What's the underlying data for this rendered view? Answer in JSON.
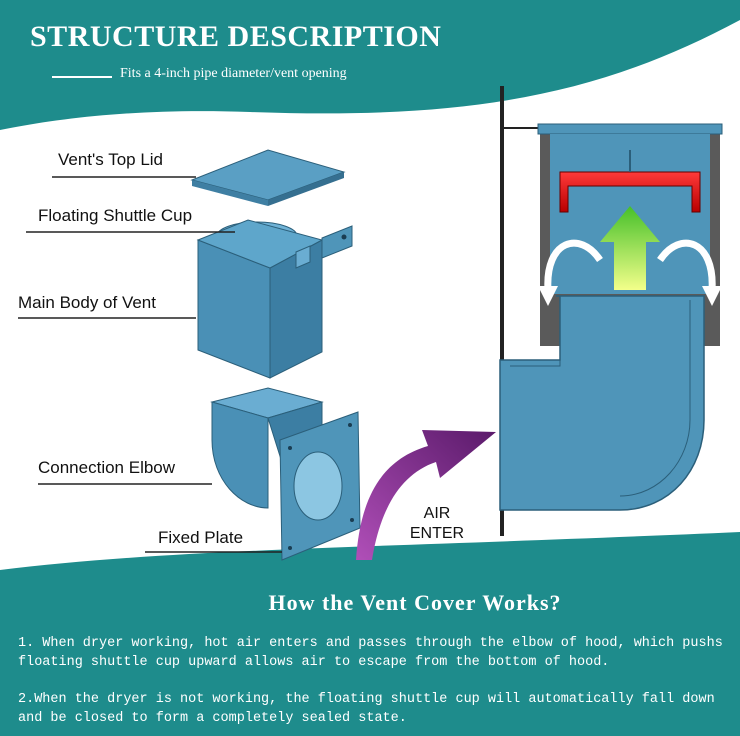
{
  "header": {
    "title": "STRUCTURE DESCRIPTION",
    "subtitle": "Fits a 4-inch pipe diameter/vent opening"
  },
  "parts": {
    "top_lid": "Vent's Top Lid",
    "shuttle_cup": "Floating Shuttle Cup",
    "main_body": "Main Body of Vent",
    "elbow": "Connection Elbow",
    "fixed_plate": "Fixed Plate"
  },
  "air": {
    "line1": "AIR",
    "line2": "ENTER"
  },
  "how_it_works": {
    "title": "How the Vent Cover Works?",
    "step1": "1. When dryer working, hot air enters and passes through the elbow of hood, which pushs floating shuttle cup upward allows air to escape from the bottom of hood.",
    "step2": "2.When the dryer is not working, the floating shuttle cup will automatically fall down and be closed to form a completely sealed state."
  },
  "colors": {
    "teal": "#1e8c8c",
    "part_blue": "#4f95b9",
    "shuttle_red": "#e01818",
    "arrow_green": "#7ed321",
    "arrow_purple": "#8e2d8e"
  }
}
